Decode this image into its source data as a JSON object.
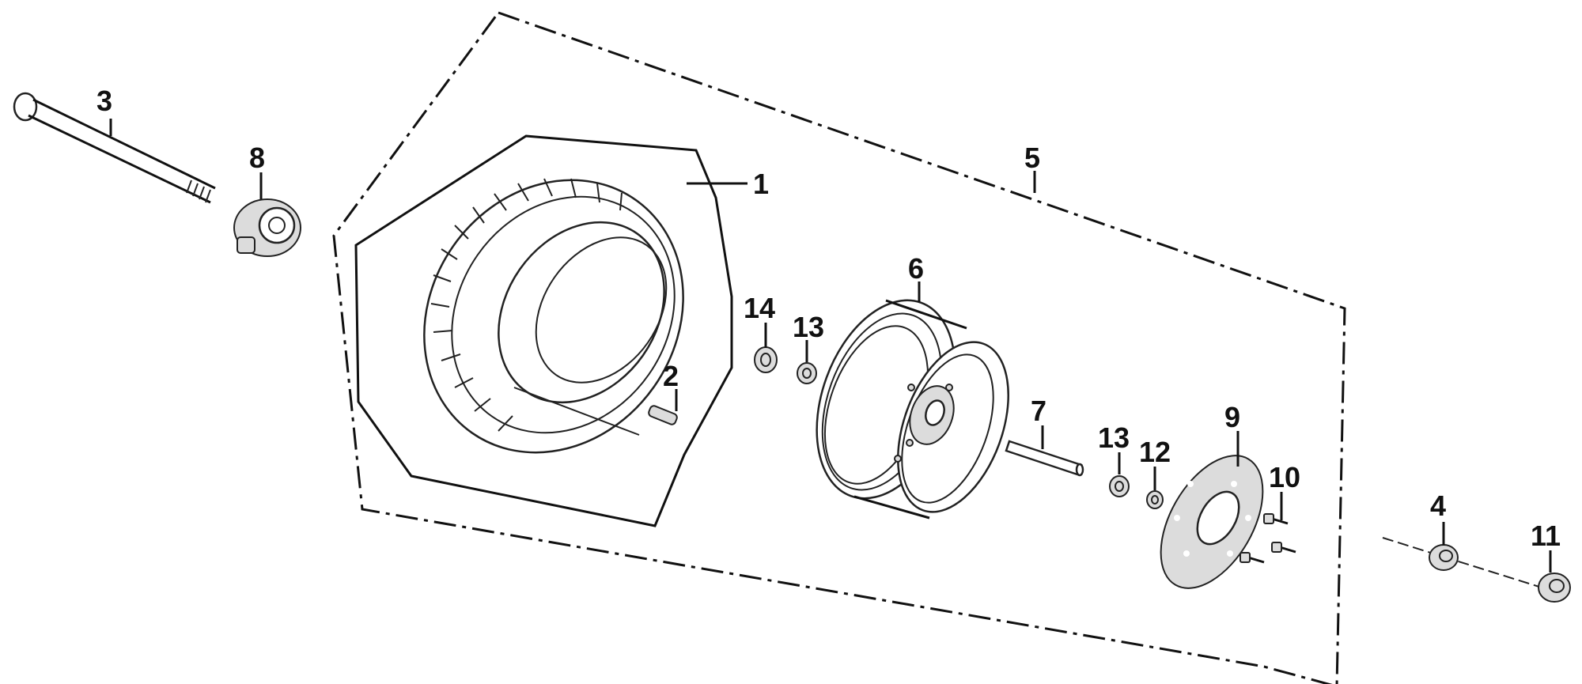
{
  "diagram": {
    "labels": {
      "p1": "1",
      "p2": "2",
      "p3": "3",
      "p4": "4",
      "p5": "5",
      "p6": "6",
      "p7": "7",
      "p8": "8",
      "p9": "9",
      "p10": "10",
      "p11": "11",
      "p12": "12",
      "p13a": "13",
      "p13b": "13",
      "p14": "14"
    }
  }
}
